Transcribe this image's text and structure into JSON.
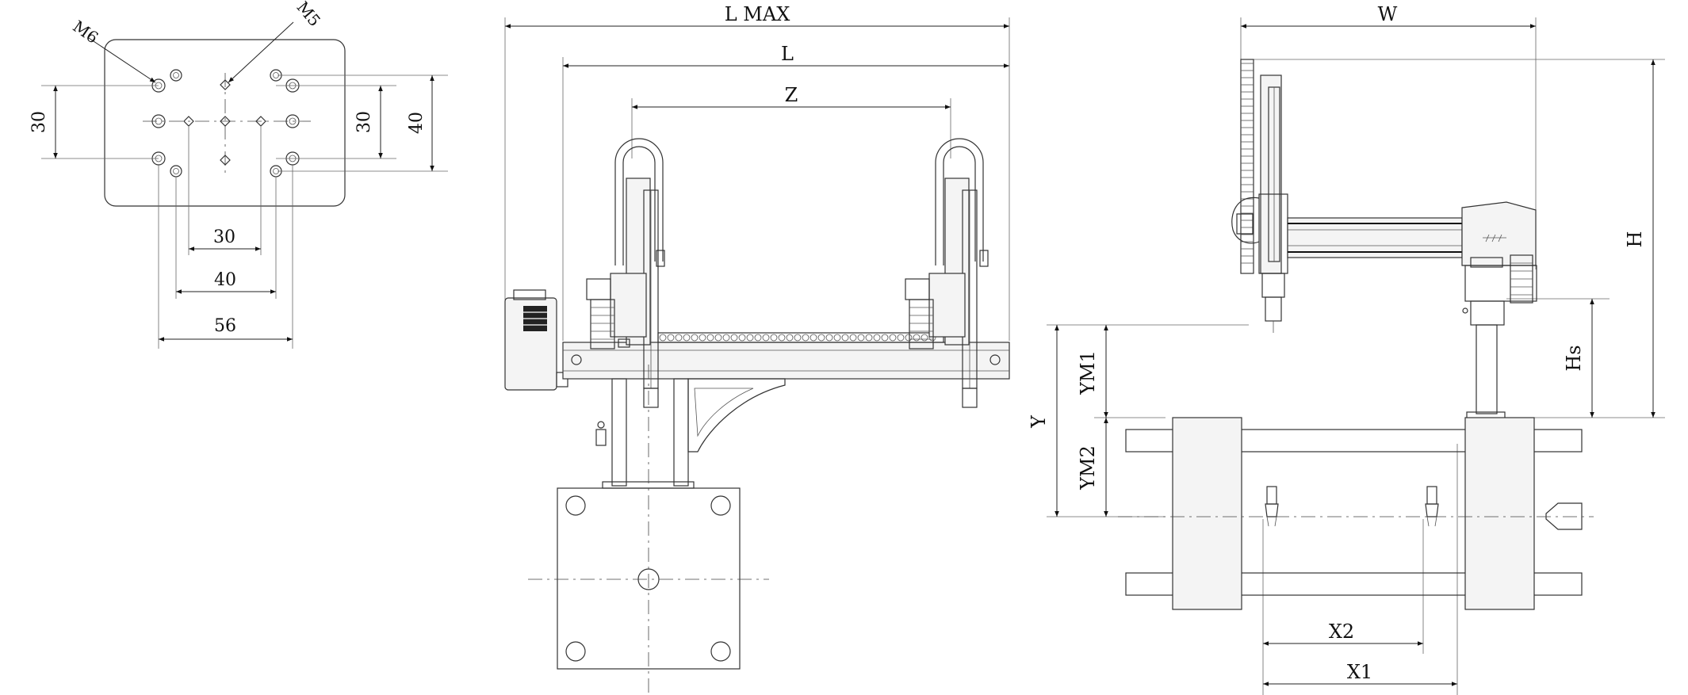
{
  "hole_plate": {
    "thread_labels": [
      "M6",
      "M5"
    ],
    "dims_vertical": [
      "30",
      "30",
      "40"
    ],
    "dims_horizontal": [
      "30",
      "40",
      "56"
    ]
  },
  "front_view": {
    "dims": [
      "L MAX",
      "L",
      "Z"
    ]
  },
  "side_view": {
    "dims_top": [
      "W"
    ],
    "dims_right": [
      "H",
      "Hs"
    ],
    "dims_left": [
      "Y",
      "YM1",
      "YM2"
    ],
    "dims_bottom": [
      "X2",
      "X1"
    ]
  }
}
